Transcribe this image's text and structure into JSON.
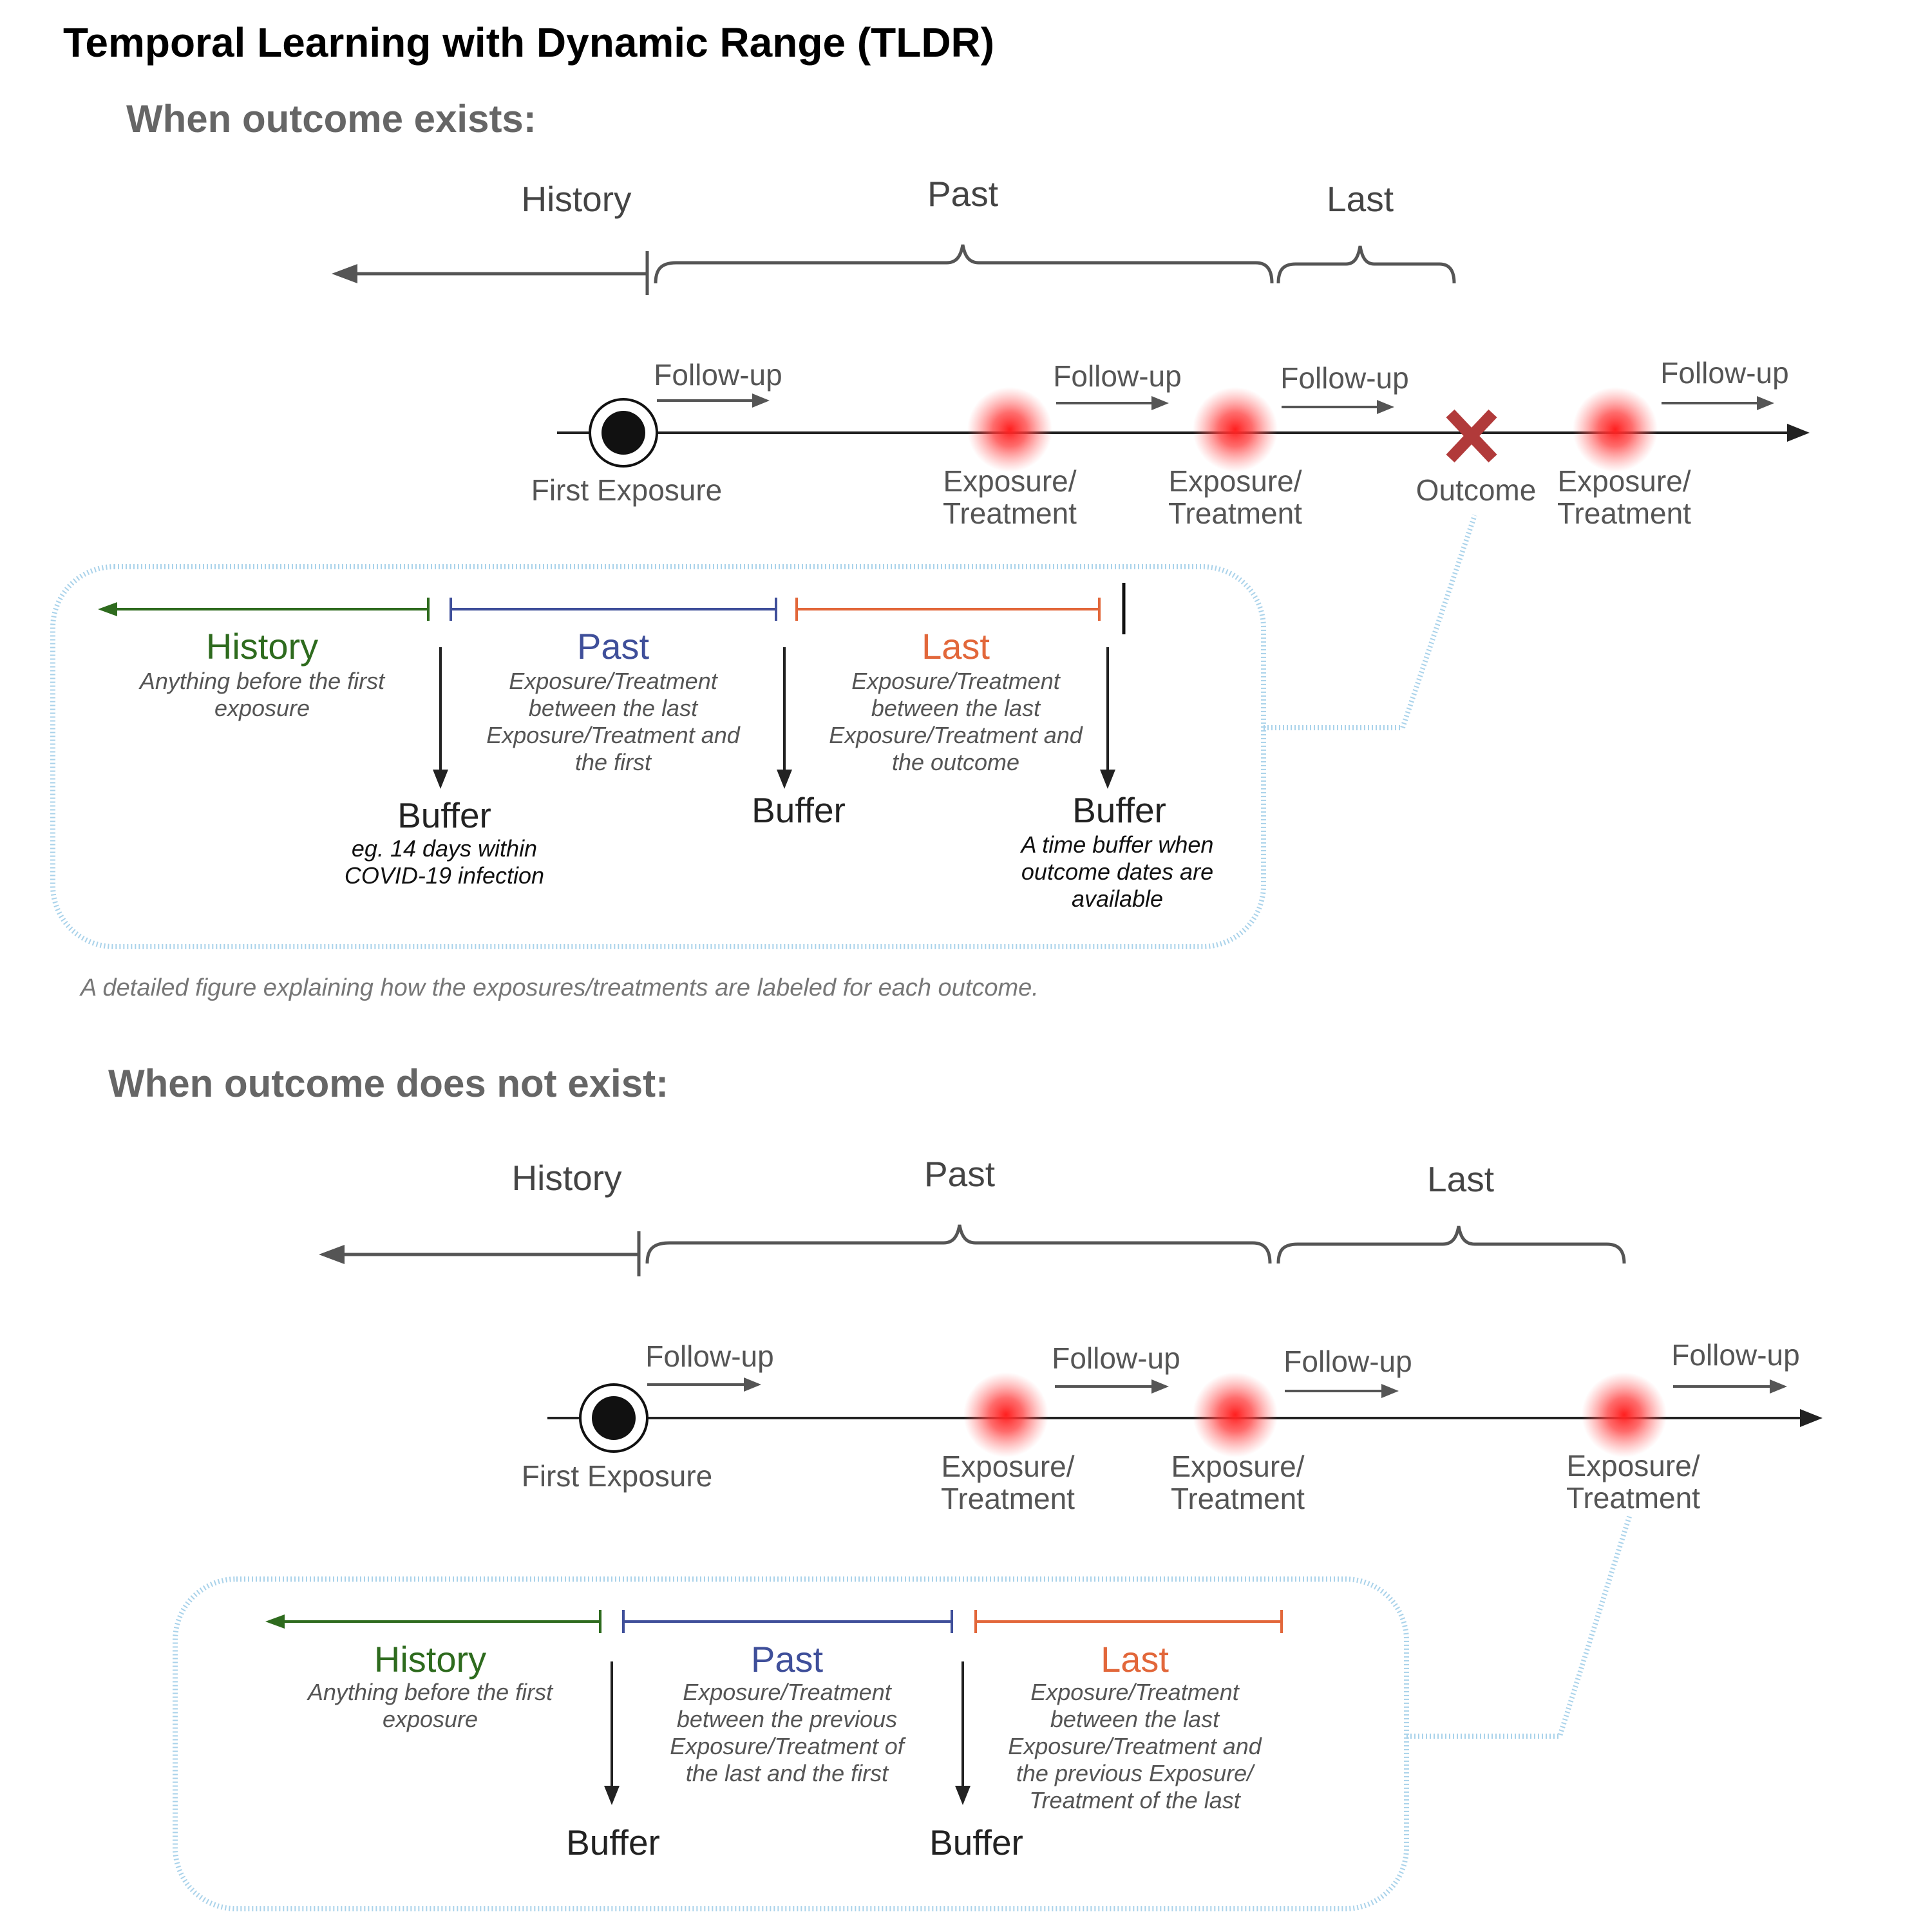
{
  "title": "Temporal Learning with Dynamic Range (TLDR)",
  "colors": {
    "history": "#2e6b1e",
    "past": "#3f4f9a",
    "last": "#e2673a",
    "timeline": "#222222",
    "brace": "#555555",
    "outcome_x": "#b13a3a",
    "callout": "#a9d2ea"
  },
  "icons": {
    "first_exposure": "circled-dot-icon",
    "exposure": "red-glow-dot-icon",
    "outcome": "x-mark-icon"
  },
  "top": {
    "heading": "When outcome exists:",
    "braces": {
      "history": "History",
      "past": "Past",
      "last": "Last"
    },
    "followups": [
      "Follow-up",
      "Follow-up",
      "Follow-up",
      "Follow-up"
    ],
    "first_exposure": "First Exposure",
    "exposures": [
      [
        "Exposure/",
        "Treatment"
      ],
      [
        "Exposure/",
        "Treatment"
      ],
      [
        "Exposure/",
        "Treatment"
      ]
    ],
    "outcome": "Outcome",
    "detail": {
      "history": {
        "title": "History",
        "desc": [
          "Anything before the first",
          "exposure"
        ]
      },
      "past": {
        "title": "Past",
        "desc": [
          "Exposure/Treatment",
          "between the last",
          "Exposure/Treatment and",
          "the first"
        ]
      },
      "last": {
        "title": "Last",
        "desc": [
          "Exposure/Treatment",
          "between the last",
          "Exposure/Treatment and",
          "the outcome"
        ]
      },
      "buffers": [
        {
          "label": "Buffer",
          "desc": [
            "eg. 14 days within",
            "COVID-19 infection"
          ]
        },
        {
          "label": "Buffer",
          "desc": []
        },
        {
          "label": "Buffer",
          "desc": [
            "A time buffer when",
            "outcome dates are",
            "available"
          ]
        }
      ]
    },
    "caption": "A detailed figure explaining how the exposures/treatments are labeled for each outcome."
  },
  "bottom": {
    "heading": "When outcome does not exist:",
    "braces": {
      "history": "History",
      "past": "Past",
      "last": "Last"
    },
    "followups": [
      "Follow-up",
      "Follow-up",
      "Follow-up",
      "Follow-up"
    ],
    "first_exposure": "First Exposure",
    "exposures": [
      [
        "Exposure/",
        "Treatment"
      ],
      [
        "Exposure/",
        "Treatment"
      ],
      [
        "Exposure/",
        "Treatment"
      ]
    ],
    "detail": {
      "history": {
        "title": "History",
        "desc": [
          "Anything before the first",
          "exposure"
        ]
      },
      "past": {
        "title": "Past",
        "desc": [
          "Exposure/Treatment",
          "between the previous",
          "Exposure/Treatment of",
          "the last and the first"
        ]
      },
      "last": {
        "title": "Last",
        "desc": [
          "Exposure/Treatment",
          "between the last",
          "Exposure/Treatment and",
          "the previous Exposure/",
          "Treatment of the last"
        ]
      },
      "buffers": [
        {
          "label": "Buffer",
          "desc": []
        },
        {
          "label": "Buffer",
          "desc": []
        }
      ]
    }
  }
}
